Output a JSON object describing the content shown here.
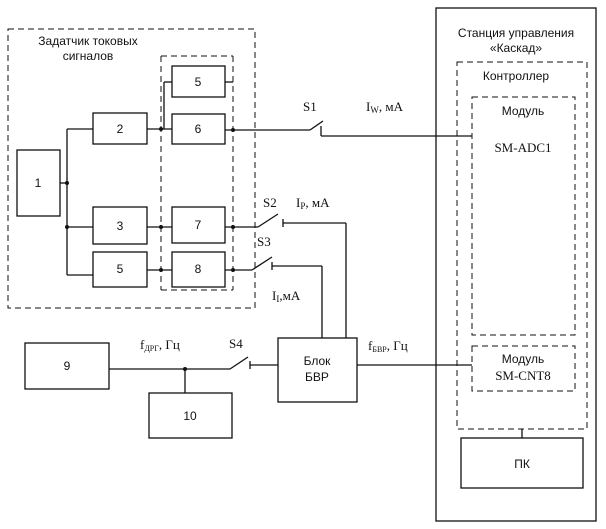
{
  "station": {
    "title_line1": "Станция управления",
    "title_line2": "«Каскад»"
  },
  "controller": {
    "title": "Контроллер"
  },
  "module_adc": {
    "label": "Модуль",
    "name": "SM-ADC1"
  },
  "module_cnt": {
    "label": "Модуль",
    "name": "SM-CNT8"
  },
  "pc": {
    "label": "ПК"
  },
  "generator": {
    "title_line1": "Задатчик токовых",
    "title_line2": "сигналов"
  },
  "blocks": {
    "b1": "1",
    "b2": "2",
    "b3": "3",
    "b5a": "5",
    "b5b": "5",
    "b6": "6",
    "b7": "7",
    "b8": "8",
    "b9": "9",
    "b10": "10"
  },
  "bvr": {
    "line1": "Блок",
    "line2": "БВР"
  },
  "switches": {
    "s1": "S1",
    "s2": "S2",
    "s3": "S3",
    "s4": "S4"
  },
  "signals": {
    "iw_main": "I",
    "iw_sub": "W",
    "iw_unit": ", мА",
    "ip_main": "I",
    "ip_sub": "P",
    "ip_unit": ", мА",
    "ii_main": "I",
    "ii_sub": "I",
    "ii_unit": ",мА",
    "fdrg_main": "f",
    "fdrg_sub": "ДРГ",
    "fdrg_unit": ", Гц",
    "fbvr_main": "f",
    "fbvr_sub": "БВР",
    "fbvr_unit": ", Гц"
  }
}
